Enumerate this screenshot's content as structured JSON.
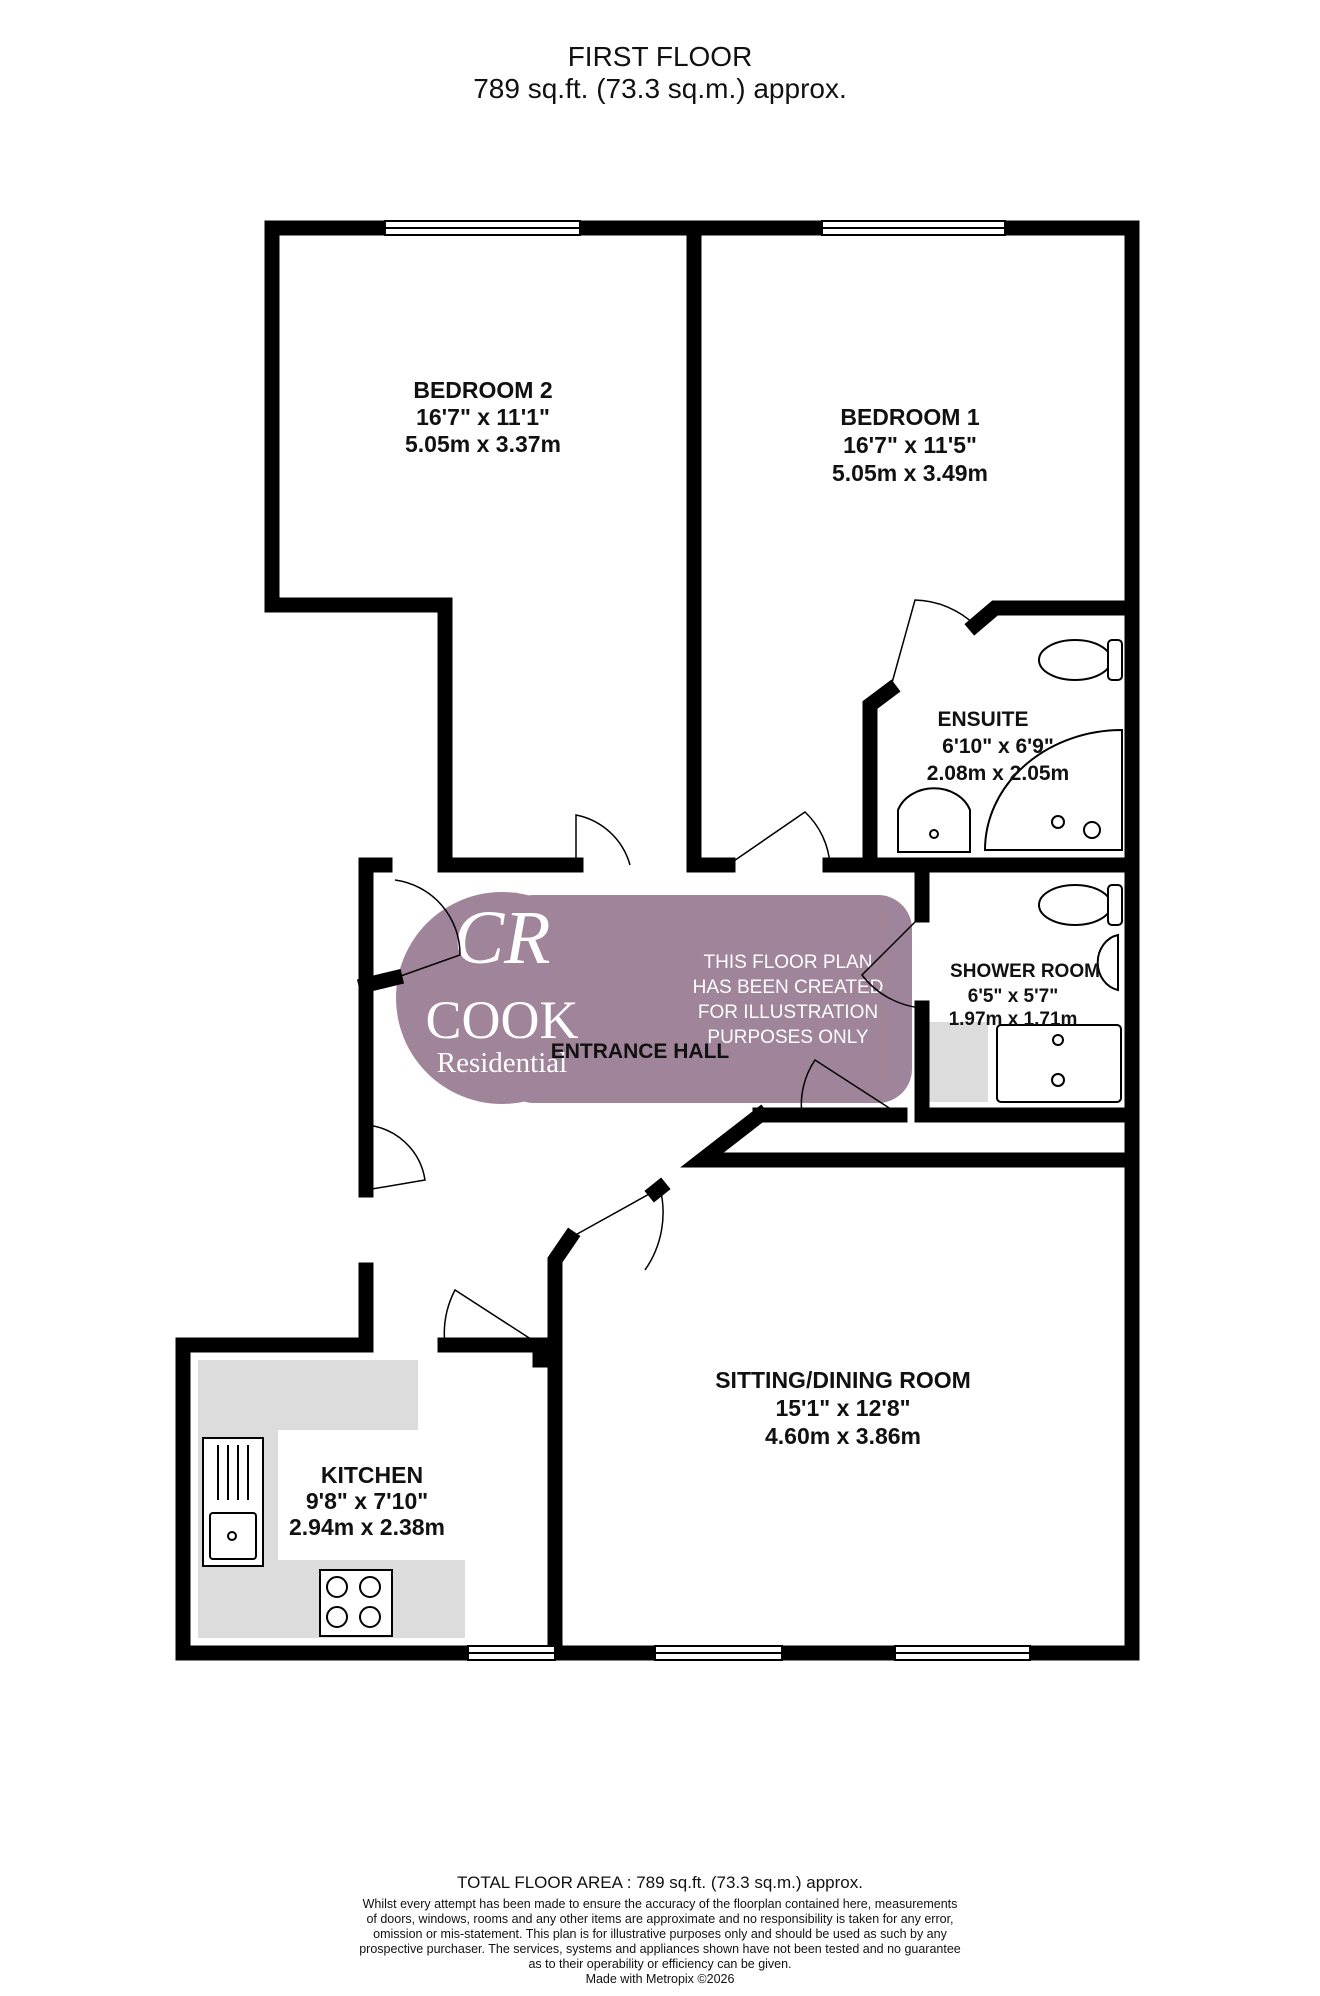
{
  "header": {
    "title": "FIRST FLOOR",
    "area": "789 sq.ft. (73.3 sq.m.) approx."
  },
  "rooms": {
    "bedroom2": {
      "name": "BEDROOM 2",
      "imperial": "16'7\"  x 11'1\"",
      "metric": "5.05m  x 3.37m"
    },
    "bedroom1": {
      "name": "BEDROOM 1",
      "imperial": "16'7\"  x 11'5\"",
      "metric": "5.05m  x 3.49m"
    },
    "ensuite": {
      "name": "ENSUITE",
      "imperial": "6'10\"  x 6'9\"",
      "metric": "2.08m  x 2.05m"
    },
    "shower": {
      "name": "SHOWER ROOM",
      "imperial": "6'5\"  x 5'7\"",
      "metric": "1.97m  x 1.71m"
    },
    "hall": {
      "name": "ENTRANCE HALL"
    },
    "sitting": {
      "name": "SITTING/DINING ROOM",
      "imperial": "15'1\"  x 12'8\"",
      "metric": "4.60m  x 3.86m"
    },
    "kitchen": {
      "name": "KITCHEN",
      "imperial": "9'8\"  x 7'10\"",
      "metric": "2.94m  x 2.38m"
    }
  },
  "watermark": {
    "monogram": "CR",
    "brand": "COOK",
    "sub": "Residential",
    "lines": [
      "THIS FLOOR PLAN",
      "HAS BEEN CREATED",
      "FOR ILLUSTRATION",
      "PURPOSES ONLY"
    ],
    "color": "#8a6a85"
  },
  "footer": {
    "total": "TOTAL FLOOR AREA : 789 sq.ft. (73.3 sq.m.) approx.",
    "disclaimer": [
      "Whilst every attempt has been made to ensure the accuracy of the floorplan contained here, measurements",
      "of doors, windows, rooms and any other items are approximate and no responsibility is taken for any error,",
      "omission or mis-statement. This plan is for illustrative purposes only and should be used as such by any",
      "prospective purchaser. The services, systems and appliances shown have not been tested and no guarantee",
      "as to their operability or efficiency can be given."
    ],
    "credit": "Made with Metropix ©2026"
  }
}
